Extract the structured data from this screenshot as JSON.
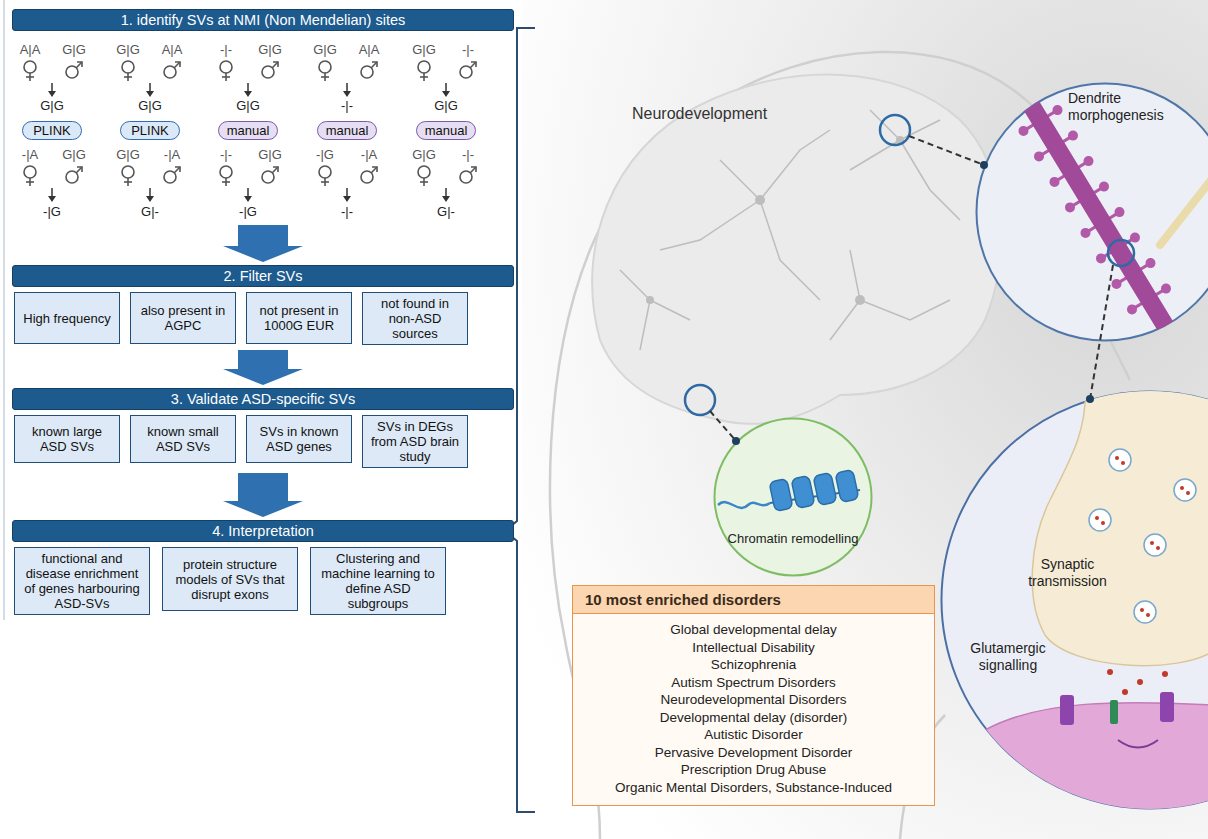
{
  "diagram": {
    "nodes": [
      {
        "text": [
          "1. identify SVs at NMI (Non Mendelian) sites"
        ]
      },
      {
        "text": [
          "PLINK"
        ],
        "in": 0
      },
      {
        "text": [
          "PLINK"
        ],
        "in": 0
      },
      {
        "text": [
          "manual"
        ],
        "in": 0
      },
      {
        "text": [
          "manual"
        ],
        "in": 0
      },
      {
        "text": [
          "manual"
        ],
        "in": 0
      },
      {
        "text": [
          "2. Filter SVs"
        ]
      },
      {
        "text": [
          "High frequency"
        ],
        "in": 6
      },
      {
        "text": [
          "also present in AGPC"
        ],
        "in": 6
      },
      {
        "text": [
          "not present in 1000G EUR"
        ],
        "in": 6
      },
      {
        "text": [
          "not found in non-ASD sources"
        ],
        "in": 6
      },
      {
        "text": [
          "3. Validate ASD-specific SVs"
        ]
      },
      {
        "text": [
          "known large ASD SVs"
        ],
        "in": 11
      },
      {
        "text": [
          "known small ASD SVs"
        ],
        "in": 11
      },
      {
        "text": [
          "SVs in known ASD genes"
        ],
        "in": 11
      },
      {
        "text": [
          "SVs in DEGs from ASD brain study"
        ],
        "in": 11
      },
      {
        "text": [
          "4. Interpretation"
        ]
      },
      {
        "text": [
          "functional and disease enrichment of genes harbouring ASD-SVs"
        ],
        "in": 16
      },
      {
        "text": [
          "protein structure models of SVs that disrupt exons"
        ],
        "in": 16
      },
      {
        "text": [
          "Clustering and machine learning to define ASD subgroups"
        ],
        "in": 16
      },
      {
        "text": [
          "Dendrite morphogenesis"
        ]
      },
      {
        "text": [
          "Chromatin remodelling"
        ]
      },
      {
        "text": [
          "Synaptic transmission",
          "Glutamergic signalling"
        ]
      },
      {
        "text": [
          "10 most enriched disorders",
          "Global developmental delay",
          "Intellectual Disability",
          "Schizophrenia",
          "Autism Spectrum Disorders",
          "Neurodevelopmental Disorders",
          "Developmental delay (disorder)",
          "Autistic Disorder",
          "Pervasive Development Disorder",
          "Prescription Drug Abuse",
          "Organic Mental Disorders, Substance-Induced"
        ]
      }
    ],
    "edges": [
      {
        "from": 0,
        "to": 6,
        "arrow": "to"
      },
      {
        "from": 6,
        "to": 11,
        "arrow": "to"
      },
      {
        "from": 11,
        "to": 16,
        "arrow": "to"
      }
    ],
    "labels": [
      "A|A",
      "G|G",
      "G|G",
      "G|G",
      "A|A",
      "G|G",
      "-|-",
      "G|G",
      "G|G",
      "G|G",
      "A|A",
      "-|-",
      "G|G",
      "-|-",
      "G|G",
      "-|A",
      "G|G",
      "-|G",
      "G|G",
      "-|A",
      "G|-",
      "-|-",
      "G|G",
      "-|G",
      "-|G",
      "-|A",
      "-|-",
      "G|G",
      "-|-",
      "G|-",
      "Neurodevelopment"
    ]
  }
}
